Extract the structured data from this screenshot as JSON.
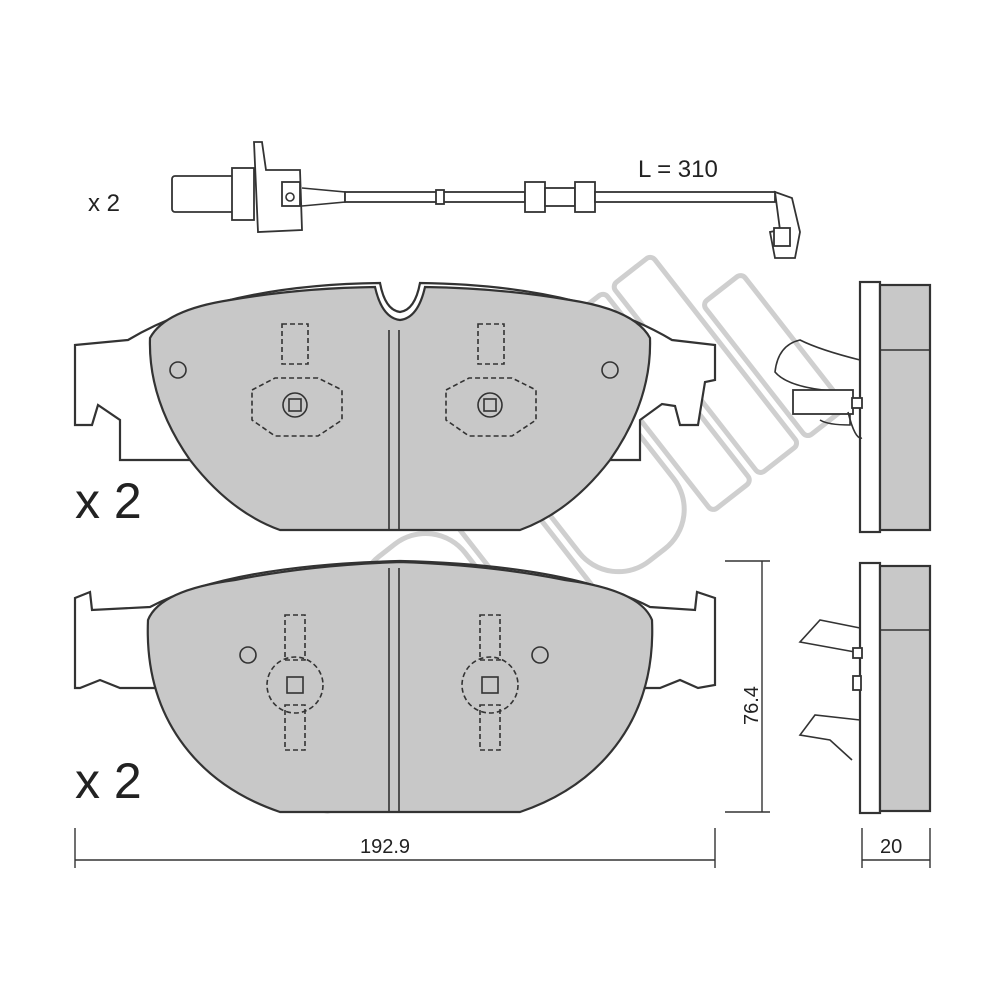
{
  "sensor": {
    "quantity": "x 2",
    "length_label": "L = 310"
  },
  "pads": {
    "top_quantity": "x 2",
    "bottom_quantity": "x 2"
  },
  "dimensions": {
    "width": "192.9",
    "height": "76.4",
    "thickness": "20"
  },
  "watermark": {
    "brand": "metelli"
  },
  "colors": {
    "friction_material": "#c8c8c8",
    "line": "#333333",
    "watermark": "#cfcfcf"
  }
}
